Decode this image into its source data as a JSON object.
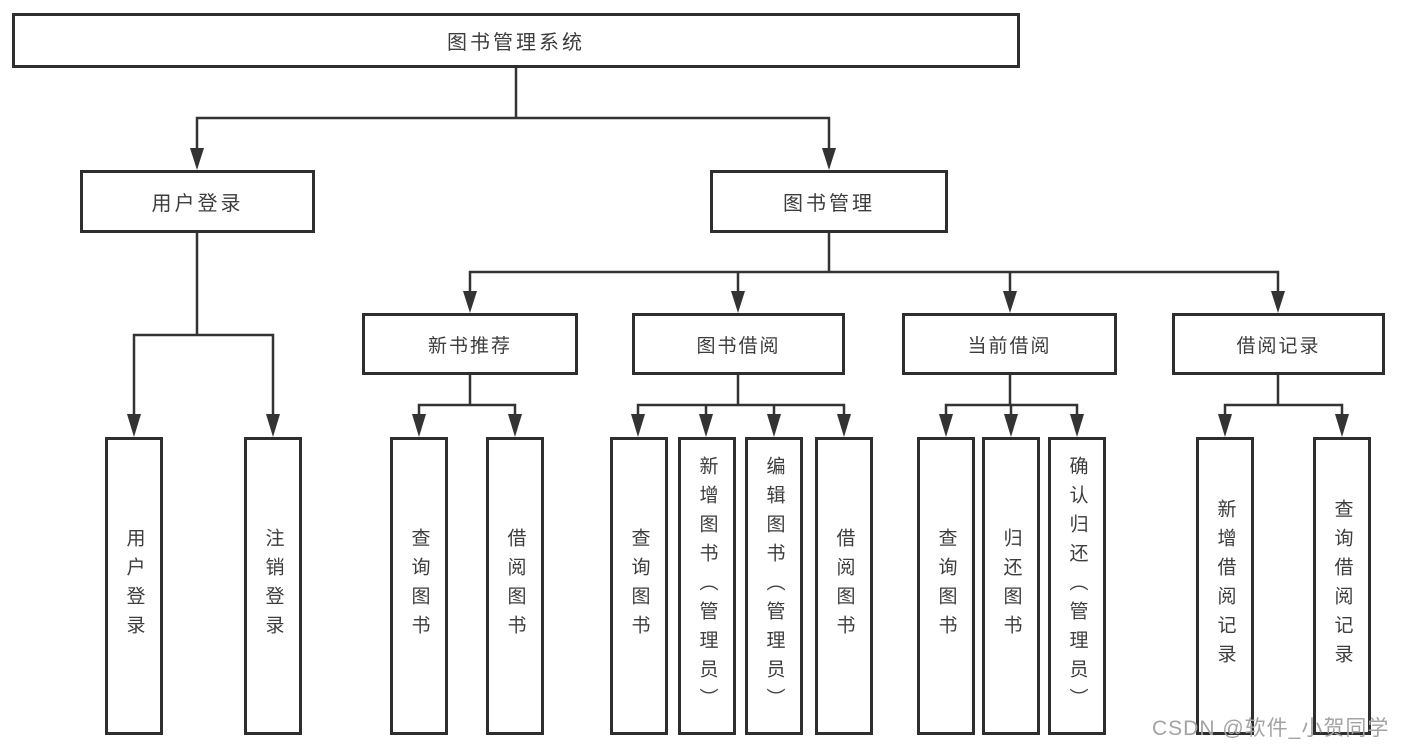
{
  "diagram": {
    "root": {
      "label": "图书管理系统"
    },
    "branches": [
      {
        "label": "用户登录",
        "children": [
          {
            "label": "用户登录"
          },
          {
            "label": "注销登录"
          }
        ]
      },
      {
        "label": "图书管理",
        "children": [
          {
            "label": "新书推荐",
            "children": [
              {
                "label": "查询图书"
              },
              {
                "label": "借阅图书"
              }
            ]
          },
          {
            "label": "图书借阅",
            "children": [
              {
                "label": "查询图书"
              },
              {
                "label": "新增图书（管理员）"
              },
              {
                "label": "编辑图书（管理员）"
              },
              {
                "label": "借阅图书"
              }
            ]
          },
          {
            "label": "当前借阅",
            "children": [
              {
                "label": "查询图书"
              },
              {
                "label": "归还图书"
              },
              {
                "label": "确认归还（管理员）"
              }
            ]
          },
          {
            "label": "借阅记录",
            "children": [
              {
                "label": "新增借阅记录"
              },
              {
                "label": "查询借阅记录"
              }
            ]
          }
        ]
      }
    ]
  },
  "watermark": {
    "text": "CSDN @软件_小贺同学"
  },
  "colors": {
    "line": "#333333",
    "box_border": "#2e2e2e",
    "text": "#3d3d3d",
    "background": "#ffffff",
    "watermark": "#a3a3a3"
  }
}
